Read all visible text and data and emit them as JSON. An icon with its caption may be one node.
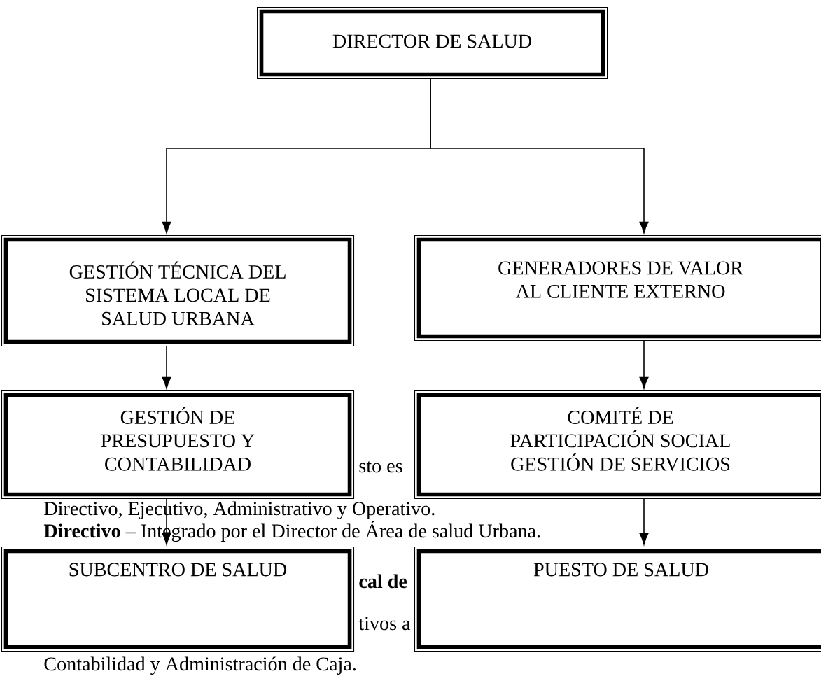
{
  "diagram": {
    "nodes": [
      {
        "text": [
          "DIRECTOR DE SALUD"
        ]
      },
      {
        "text": [
          "GESTIÓN TÉCNICA DEL SISTEMA LOCAL DE SALUD URBANA"
        ]
      },
      {
        "text": [
          "GENERADORES DE VALOR AL CLIENTE EXTERNO"
        ]
      },
      {
        "text": [
          "GESTIÓN DE PRESUPUESTO Y CONTABILIDAD"
        ]
      },
      {
        "text": [
          "COMITÉ DE PARTICIPACIÓN SOCIAL",
          "GESTIÓN DE SERVICIOS"
        ]
      },
      {
        "text": [
          "SUBCENTRO DE SALUD"
        ]
      },
      {
        "text": [
          "PUESTO DE SALUD"
        ]
      }
    ],
    "edges": [
      {
        "from": 0,
        "to": 1,
        "arrow": "to"
      },
      {
        "from": 0,
        "to": 2,
        "arrow": "to"
      },
      {
        "from": 1,
        "to": 3,
        "arrow": "to"
      },
      {
        "from": 2,
        "to": 4,
        "arrow": "to"
      },
      {
        "from": 3,
        "to": 5,
        "arrow": "to"
      },
      {
        "from": 4,
        "to": 6,
        "arrow": "to"
      }
    ],
    "labels": [
      "sto es",
      "Directivo, Ejecutivo, Administrativo y Operativo.",
      "**Directivo** – Integrado por el Director de Área de salud Urbana.",
      "cal de",
      "tivos a",
      "Contabilidad y Administración de Caja."
    ]
  }
}
